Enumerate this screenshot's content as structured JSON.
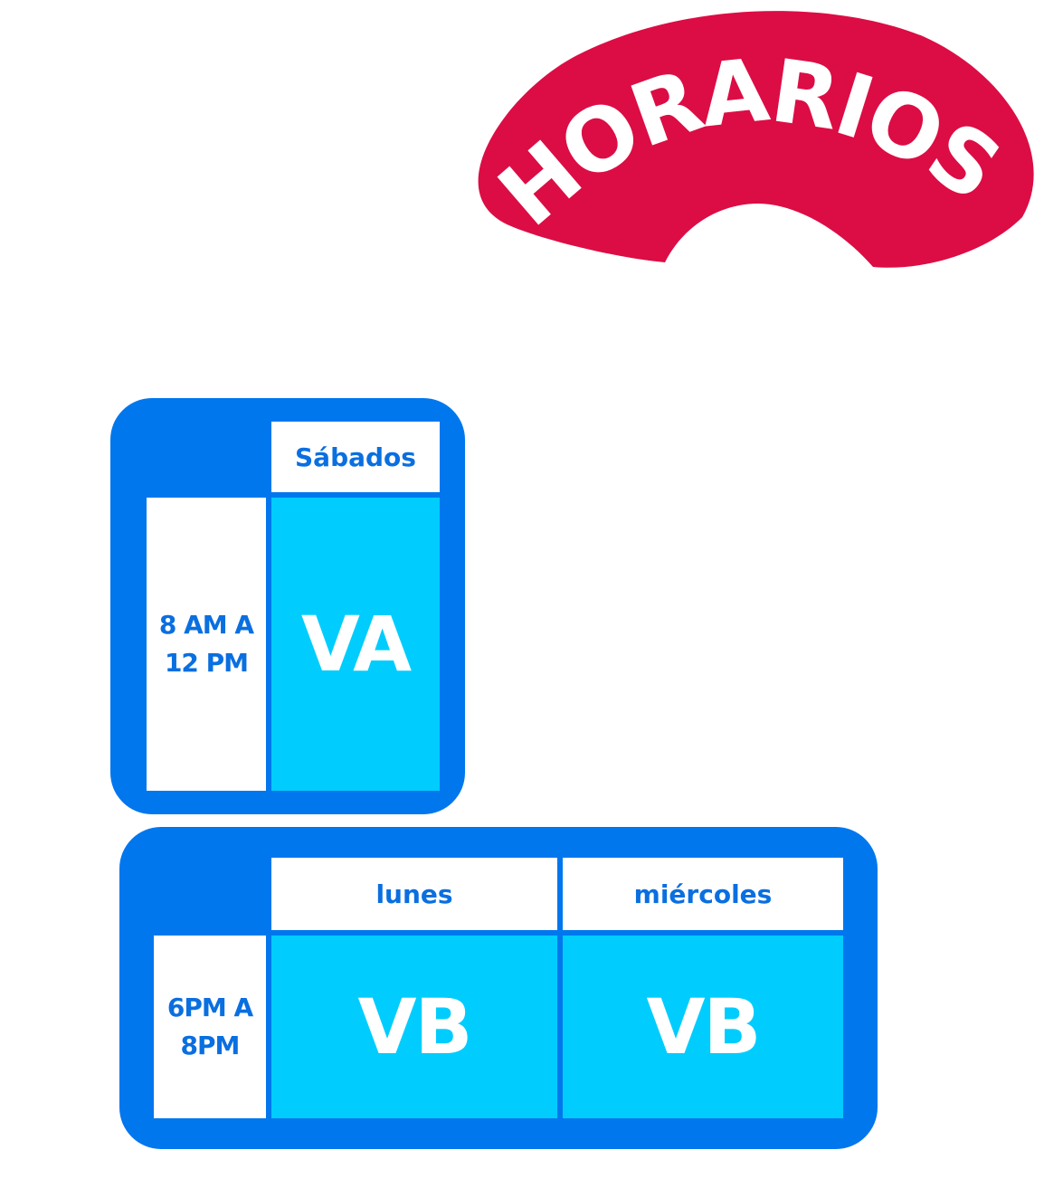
{
  "banner": {
    "title": "HORARIOS"
  },
  "colors": {
    "banner": "#dc0d44",
    "panel": "#0177ee",
    "slot": "#00cdfe",
    "text_blue": "#0a6fe0"
  },
  "schedules": [
    {
      "days": [
        "Sábados"
      ],
      "time": "8 AM A\n12 PM",
      "groups": [
        "VA"
      ]
    },
    {
      "days": [
        "lunes",
        "miércoles"
      ],
      "time": "6PM A\n8PM",
      "groups": [
        "VB",
        "VB"
      ]
    }
  ]
}
